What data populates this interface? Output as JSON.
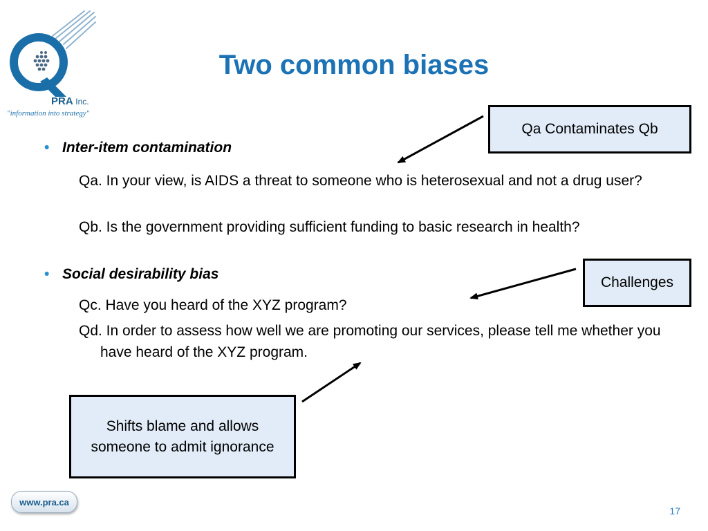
{
  "logo": {
    "company": "PRA",
    "suffix": "Inc.",
    "tagline": "\"information into strategy\""
  },
  "title": "Two common biases",
  "bullets": [
    {
      "label": "Inter-item contamination",
      "items": [
        "Qa. In your view, is AIDS a threat to someone who is heterosexual and not a drug user?",
        "Qb. Is the government providing sufficient funding to basic research in health?"
      ]
    },
    {
      "label": "Social desirability bias",
      "items": [
        "Qc. Have you heard of the XYZ program?",
        "Qd. In order to assess how well we are promoting our services, please tell me whether you have heard of the XYZ program."
      ]
    }
  ],
  "callouts": {
    "contaminates": "Qa Contaminates Qb",
    "challenges": "Challenges",
    "shifts_blame": "Shifts blame and allows someone to admit ignorance"
  },
  "footer": {
    "url": "www.pra.ca",
    "page_number": "17"
  },
  "colors": {
    "title": "#1b72b5",
    "bullet_dot": "#2a8fd0",
    "callout_fill": "#e1ecf8",
    "logo_blue": "#1b6fa8"
  }
}
